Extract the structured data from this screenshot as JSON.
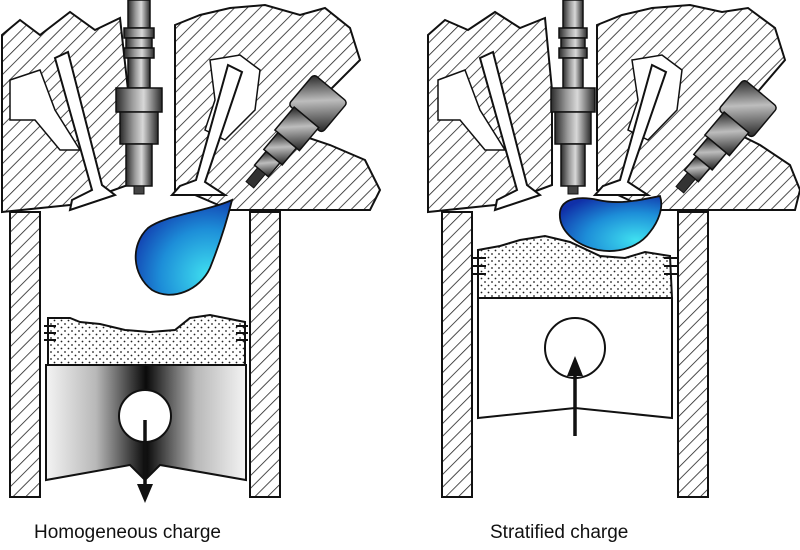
{
  "captions": {
    "left": "Homogeneous charge",
    "right": "Stratified charge"
  },
  "colors": {
    "outline": "#111111",
    "hatch": "#222222",
    "fuel_light": "#3fe0f0",
    "fuel_dark": "#1030a8"
  },
  "piston_motion": {
    "left": "down",
    "right": "up"
  }
}
